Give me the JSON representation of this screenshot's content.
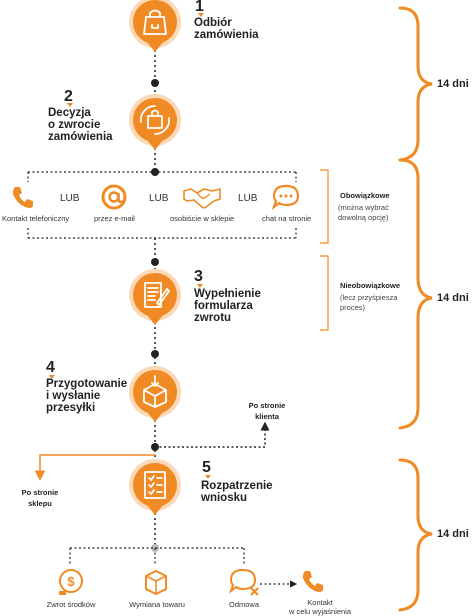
{
  "colors": {
    "accent": "#f08a24",
    "line": "#222222",
    "bracket": "#f08a24"
  },
  "steps": [
    {
      "number": "1",
      "label": "Odbiór\nzamówienia",
      "icon": "shopping-bag-icon"
    },
    {
      "number": "2",
      "label": "Decyzja\no zwrocie\nzamówienia",
      "icon": "return-package-icon"
    },
    {
      "number": "3",
      "label": "Wypełnienie\nformularza\nzwrotu",
      "icon": "form-pen-icon"
    },
    {
      "number": "4",
      "label": "Przygotowanie\ni wysłanie\nprzesyłki",
      "icon": "package-down-icon"
    },
    {
      "number": "5",
      "label": "Rozpatrzenie\nwniosku",
      "icon": "checklist-icon"
    }
  ],
  "contact_options": [
    {
      "label": "Kontakt telefoniczny",
      "icon": "phone-icon"
    },
    {
      "label": "przez e-mail",
      "icon": "at-sign-icon"
    },
    {
      "label": "osobiście w sklepie",
      "icon": "handshake-icon"
    },
    {
      "label": "chat na stronie",
      "icon": "chat-bubble-icon"
    }
  ],
  "or_label": "LUB",
  "notes": {
    "mandatory": {
      "title": "Obowiązkowe",
      "sub": "(można wybrać\ndowolną opcję)"
    },
    "optional": {
      "title": "Nieobowiązkowe",
      "sub": "(lecz przyśpiesza\nproces)"
    }
  },
  "side_labels": {
    "client": "Po stronie\nklienta",
    "store": "Po stronie\nsklepu"
  },
  "durations": [
    "14 dni",
    "14 dni",
    "14 dni"
  ],
  "outcomes": [
    {
      "label": "Zwrot środków",
      "icon": "money-return-icon"
    },
    {
      "label": "Wymiana towaru",
      "icon": "box-exchange-icon"
    },
    {
      "label": "Odmowa",
      "icon": "chat-x-icon"
    },
    {
      "label": "Kontakt\nw celu wyjaśnienia",
      "icon": "phone-icon"
    }
  ]
}
